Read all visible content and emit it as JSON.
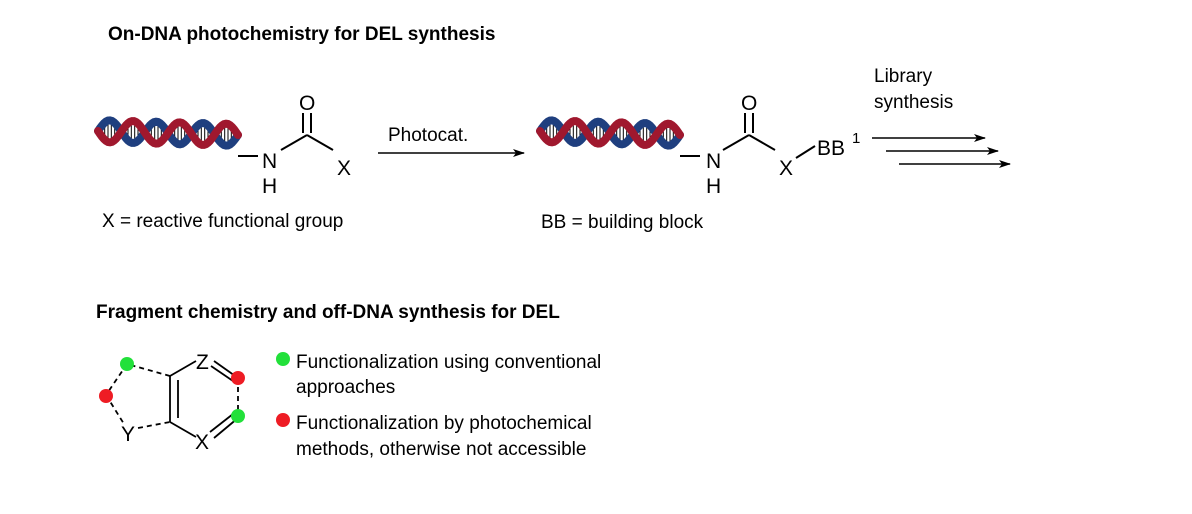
{
  "section1": {
    "title": "On-DNA photochemistry for DEL synthesis",
    "reactant": {
      "oxygen": "O",
      "nitrogen": "N",
      "hydrogen": "H",
      "x_group": "X",
      "caption": "X = reactive functional group"
    },
    "arrow_label": "Photocat.",
    "product": {
      "oxygen": "O",
      "nitrogen": "N",
      "hydrogen": "H",
      "x_group": "X",
      "bb": "BB",
      "bb_superscript": "1",
      "caption": "BB = building block"
    },
    "library_label_line1": "Library",
    "library_label_line2": "synthesis"
  },
  "section2": {
    "title": "Fragment chemistry and off-DNA synthesis for DEL",
    "ring_atoms": {
      "z": "Z",
      "x": "X",
      "y": "Y"
    },
    "legend": [
      {
        "color": "#22e03a",
        "line1": "Functionalization using conventional",
        "line2": "approaches"
      },
      {
        "color": "#ee1c24",
        "line1": "Functionalization by photochemical",
        "line2": "methods, otherwise not accessible"
      }
    ]
  },
  "colors": {
    "dna_red": "#a0182e",
    "dna_blue": "#1f3f7f",
    "green_dot": "#22e03a",
    "red_dot": "#ee1c24"
  }
}
